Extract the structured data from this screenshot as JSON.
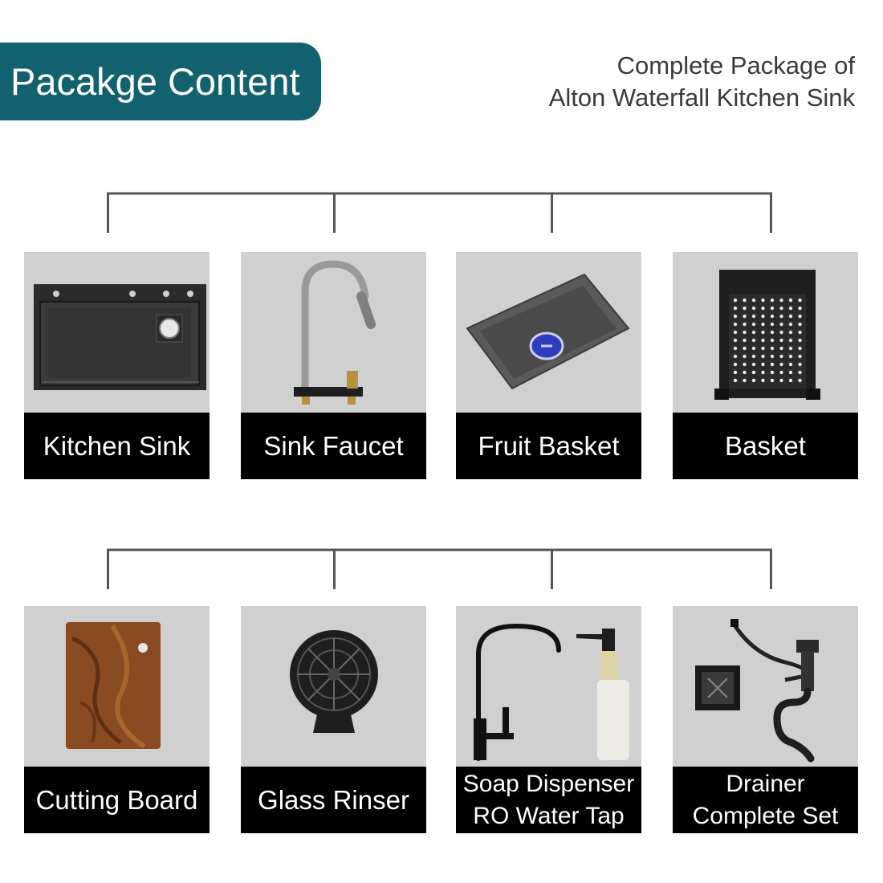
{
  "header": {
    "banner_title": "Pacakge Content",
    "subtitle_line1": "Complete Package of",
    "subtitle_line2": "Alton Waterfall Kitchen Sink"
  },
  "colors": {
    "banner": "#11616f",
    "tile_background": "#d0d0d0",
    "label_background": "#000000",
    "connector": "#555555"
  },
  "row1": [
    {
      "label": "Kitchen Sink",
      "icon": "kitchen-sink-icon"
    },
    {
      "label": "Sink Faucet",
      "icon": "faucet-icon"
    },
    {
      "label": "Fruit Basket",
      "icon": "fruit-basket-icon"
    },
    {
      "label": "Basket",
      "icon": "colander-basket-icon"
    }
  ],
  "row2": [
    {
      "label": "Cutting Board",
      "icon": "cutting-board-icon"
    },
    {
      "label": "Glass Rinser",
      "icon": "glass-rinser-icon"
    },
    {
      "label_line1": "Soap Dispenser",
      "label_line2": "RO Water Tap",
      "icon": "soap-dispenser-ro-tap-icon"
    },
    {
      "label_line1": "Drainer",
      "label_line2": "Complete Set",
      "icon": "drainer-set-icon"
    }
  ]
}
